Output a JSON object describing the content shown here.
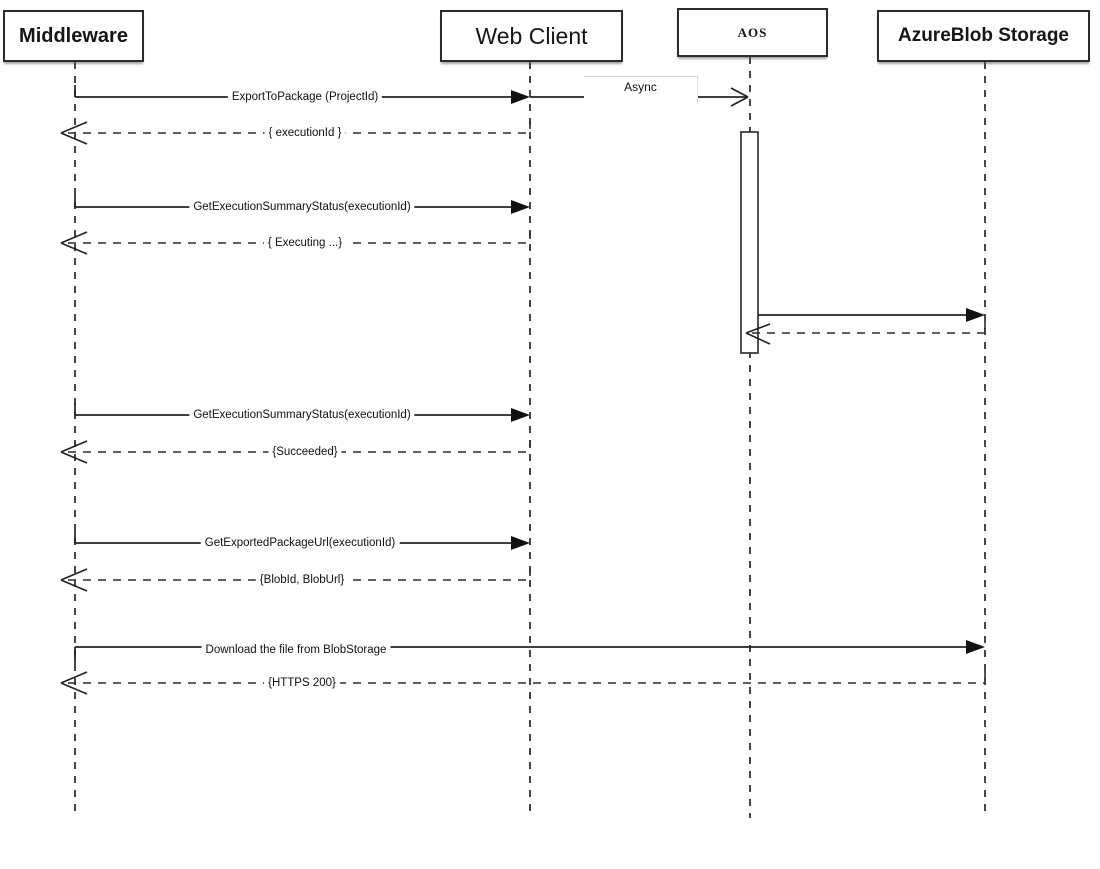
{
  "actors": {
    "middleware": "Middleware",
    "web_client": "Web Client",
    "aos": "AOS",
    "azure_blob": "AzureBlob Storage"
  },
  "messages": {
    "export_to_package": "ExportToPackage (ProjectId)",
    "async_note": "Async",
    "execution_id_return": "{ executionId }",
    "get_status_1": "GetExecutionSummaryStatus(executionId)",
    "executing_return": "{ Executing ...}",
    "get_status_2": "GetExecutionSummaryStatus(executionId)",
    "succeeded_return": "{Succeeded}",
    "get_exported_package_url": "GetExportedPackageUrl(executionId)",
    "blob_return": "{BlobId, BlobUrl}",
    "download": "Download the file from BlobStorage",
    "https_return": "{HTTPS 200}"
  },
  "colors": {
    "line": "#2b2b2b",
    "background": "#ffffff"
  }
}
